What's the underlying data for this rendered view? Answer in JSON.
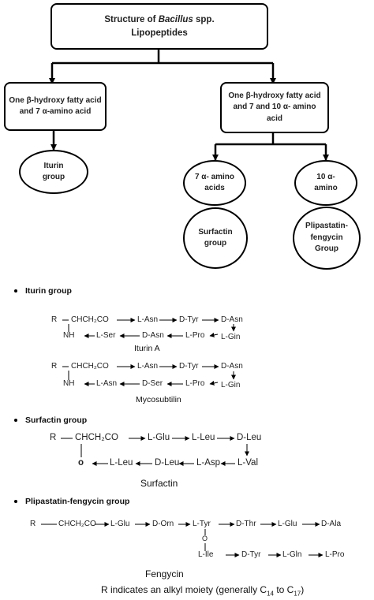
{
  "flow": {
    "top_line1": "Structure of ",
    "top_line1_italic": "Bacillus",
    "top_line1_end": " spp.",
    "top_line2": "Lipopeptides",
    "left_line1": "One β-hydroxy fatty acid",
    "left_line2": "and 7 α-amino acid",
    "right_line1": "One β-hydroxy fatty acid",
    "right_line2": "and 7 and 10 α- amino",
    "right_line3": "acid",
    "iturin_line1": "Iturin",
    "iturin_line2": "group",
    "seven_line1": "7 α- amino",
    "seven_line2": "acids",
    "ten_line1": "10 α-",
    "ten_line2": "amino",
    "surf_line1": "Surfactin",
    "surf_line2": "group",
    "plip_line1": "Plipastatin-",
    "plip_line2": "fengycin",
    "plip_line3": "Group"
  },
  "sections": {
    "iturin": "Iturin group",
    "surfactin": "Surfactin group",
    "plipastatin": "Plipastatin-fengycin group"
  },
  "iturinA": {
    "R": "R",
    "chain": "CHCH₂CO",
    "a1": "L-Asn",
    "a2": "D-Tyr",
    "a3": "D-Asn",
    "nh": "NH",
    "b1": "L-Ser",
    "b2": "D-Asn",
    "b3": "L-Pro",
    "b4": "L-Gin",
    "caption": "Iturin A"
  },
  "myco": {
    "R": "R",
    "chain": "CHCH₂CO",
    "a1": "L-Asn",
    "a2": "D-Tyr",
    "a3": "D-Asn",
    "nh": "NH",
    "b1": "L-Asn",
    "b2": "D-Ser",
    "b3": "L-Pro",
    "b4": "L-Gin",
    "caption": "Mycosubtilin"
  },
  "surf": {
    "R": "R",
    "chain": "CHCH₂CO",
    "a1": "L-Glu",
    "a2": "L-Leu",
    "a3": "D-Leu",
    "o": "o",
    "b1": "L-Leu",
    "b2": "D-Leu",
    "b3": "L-Asp",
    "b4": "L-Val",
    "caption": "Surfactin"
  },
  "feng": {
    "R": "R",
    "chain": "CHCH₂CO",
    "a1": "L-Glu",
    "a2": "D-Orn",
    "a3": "L-Tyr",
    "a4": "D-Thr",
    "a5": "L-Glu",
    "a6": "D-Ala",
    "o": "O",
    "b1": "L-Ile",
    "b2": "D-Tyr",
    "b3": "L-Gln",
    "b4": "L-Pro",
    "caption": "Fengycin"
  },
  "footnote": {
    "text": "R indicates an alkyl moiety (generally C",
    "sub1": "14",
    "mid": " to C",
    "sub2": "17",
    "end": ")"
  }
}
